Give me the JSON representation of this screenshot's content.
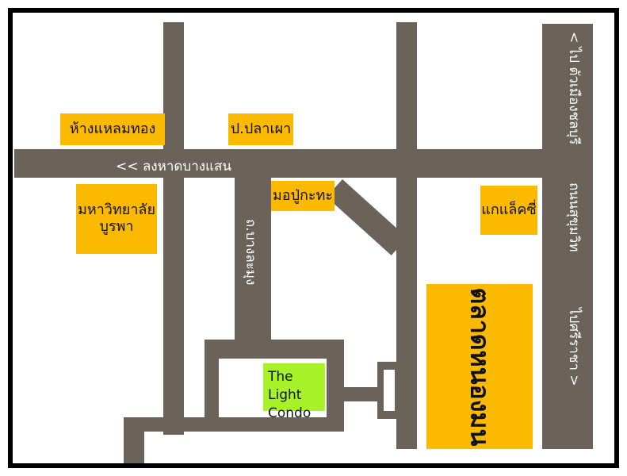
{
  "colors": {
    "road": "#6b6259",
    "place_box": "#fbb900",
    "condo_box": "#a8f229",
    "frame": "#000000"
  },
  "labels": {
    "road_main_horizontal": "<< ลงหาดบางแสน",
    "road_right_vertical_top": "< ไป ตัวเมืองชลบุรี",
    "road_right_vertical_middle": "ถนนสุขุมวิท",
    "road_right_vertical_bottom": "ไปศรีราชา >",
    "road_lower_vertical": "ถ.บางละมุง"
  },
  "places": {
    "hang_laem_thong": "ห้างแหลมทอง",
    "po_pla_phao": "ป.ปลาเผา",
    "mo_pu_kata": "มอปู่กะทะ",
    "burapha_line1": "มหาวิทยาลัย",
    "burapha_line2": "บูรพา",
    "taxi": "แกแล็คซี่",
    "market": "ตลาดหนองมน",
    "condo_line1": "The Light",
    "condo_line2": "Condo"
  }
}
